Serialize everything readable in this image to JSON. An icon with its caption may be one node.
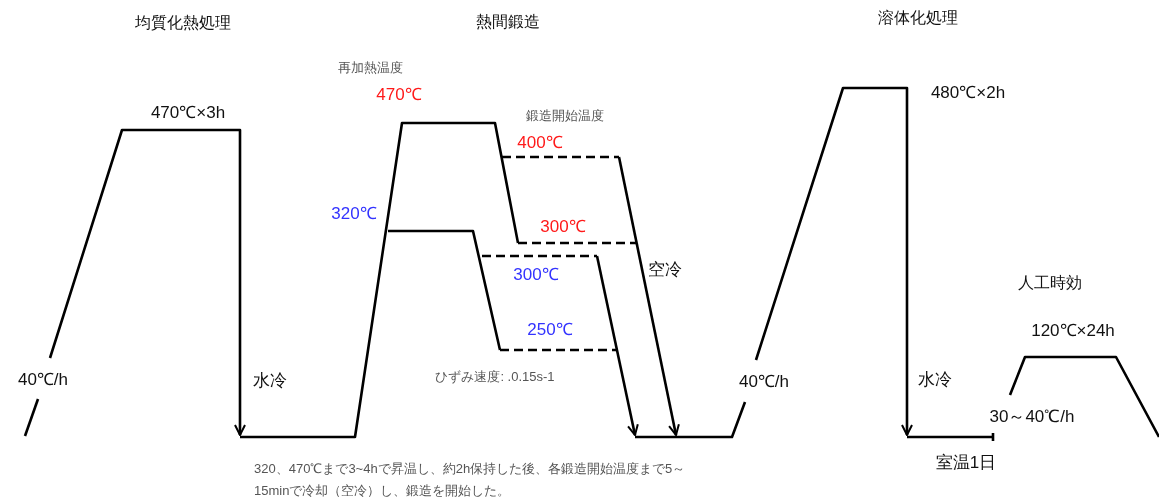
{
  "diagram": {
    "labels": [
      "溶体化処理",
      "熱間鍛造",
      "均質化熱処理",
      "再加熱温度",
      "480℃×2h",
      "470℃",
      "470℃×3h",
      "鍛造開始温度",
      "400℃",
      "320℃",
      "300℃",
      "空冷",
      "300℃",
      "人工時効",
      "250℃",
      "120℃×24h",
      "ひずみ速度: .0.15s-1",
      "水冷",
      "40℃/h",
      "水冷",
      "40℃/h",
      "30～40℃/h",
      "室温1日",
      "320、470℃まで3~4hで昇温し、約2h保持した後、各鍛造開始温度まで5～15minで冷却（空冷）し、鍛造を開始した。"
    ]
  }
}
